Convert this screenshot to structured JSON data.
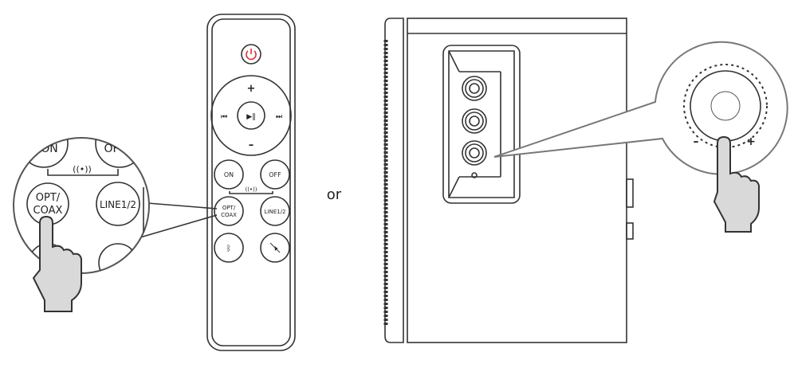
{
  "remote": {
    "buttons": {
      "on": "ON",
      "off": "OFF",
      "opt_line1": "OPT/",
      "opt_line2": "COAX",
      "line": "LINE1/2",
      "plus": "+",
      "minus": "–",
      "wireless": "((•))"
    },
    "power_color": "#e03030"
  },
  "zoom_left": {
    "on": "ON",
    "off": "OF",
    "opt_line1": "OPT/",
    "opt_line2": "COAX",
    "line": "LINE1/2",
    "wireless": "((•))"
  },
  "separator": "or",
  "knob": {
    "minus": "–",
    "plus": "+"
  },
  "finger_color": "#d9d9d9"
}
